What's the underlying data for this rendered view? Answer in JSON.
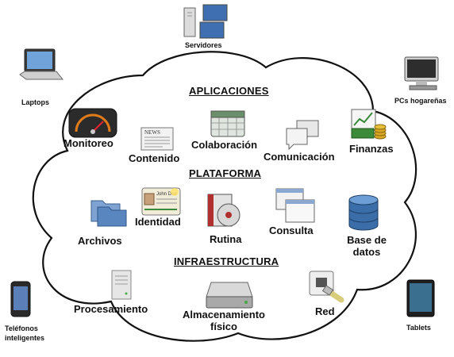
{
  "sections": {
    "aplicaciones": "APLICACIONES",
    "plataforma": "PLATAFORMA",
    "infraestructura": "INFRAESTRUCTURA"
  },
  "apps": {
    "monitoreo": "Monitoreo",
    "contenido": "Contenido",
    "colaboracion": "Colaboración",
    "comunicacion": "Comunicación",
    "finanzas": "Finanzas"
  },
  "platform": {
    "archivos": "Archivos",
    "identidad": "Identidad",
    "rutina": "Rutina",
    "consulta": "Consulta",
    "base_de_datos_line1": "Base de",
    "base_de_datos_line2": "datos",
    "id_card_name": "John Doe"
  },
  "infra": {
    "procesamiento": "Procesamiento",
    "almacenamiento_line1": "Almacenamiento",
    "almacenamiento_line2": "físico",
    "red": "Red"
  },
  "devices": {
    "servidores": "Servidores",
    "laptops": "Laptops",
    "pcs": "PCs hogareñas",
    "telefonos_line1": "Teléfonos",
    "telefonos_line2": "inteligentes",
    "tablets": "Tablets"
  },
  "colors": {
    "cloud_stroke": "#111111",
    "db_blue": "#3b6ea8",
    "folder_blue": "#5a86c0",
    "gauge_orange": "#e07b1a",
    "money_green": "#3a8a3a",
    "coin_gold": "#d9a826"
  }
}
